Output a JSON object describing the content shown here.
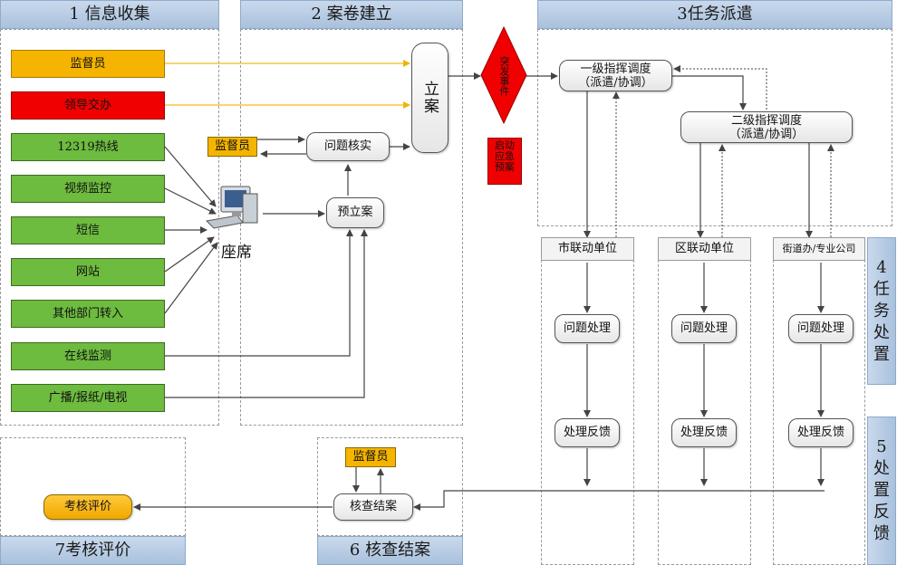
{
  "sections": {
    "s1": "1 信息收集",
    "s2": "2 案卷建立",
    "s3": "3任务派遣",
    "s4": "4 任务处置",
    "s5": "5 处置反馈",
    "s6": "6 核查结案",
    "s7": "7考核评价"
  },
  "sources": {
    "supervisor": "监督员",
    "leader": "领导交办",
    "hotline": "12319热线",
    "video": "视频监控",
    "sms": "短信",
    "website": "网站",
    "other_dept": "其他部门转入",
    "online": "在线监测",
    "media": "广播/报纸/电视"
  },
  "seat": "座席",
  "case": {
    "supervisor_tag": "监督员",
    "verify": "问题核实",
    "pre_filing": "预立案",
    "filing": "立案"
  },
  "incident": {
    "sudden": "突发事件",
    "plan": "启动应急预案"
  },
  "dispatch": {
    "level1_title": "一级指挥调度",
    "level1_sub": "（派遣/协调）",
    "level2_title": "二级指挥调度",
    "level2_sub": "（派遣/协调）"
  },
  "units": {
    "city": "市联动单位",
    "district": "区联动单位",
    "street": "街道办/专业公司",
    "handle": "问题处理",
    "feedback": "处理反馈"
  },
  "closing": {
    "supervisor_tag": "监督员",
    "check": "核查结案",
    "evaluate": "考核评价"
  },
  "colors": {
    "green": "#6dbb3f",
    "orange": "#f4b400",
    "red": "#f00000",
    "header": "#b8cde6"
  }
}
